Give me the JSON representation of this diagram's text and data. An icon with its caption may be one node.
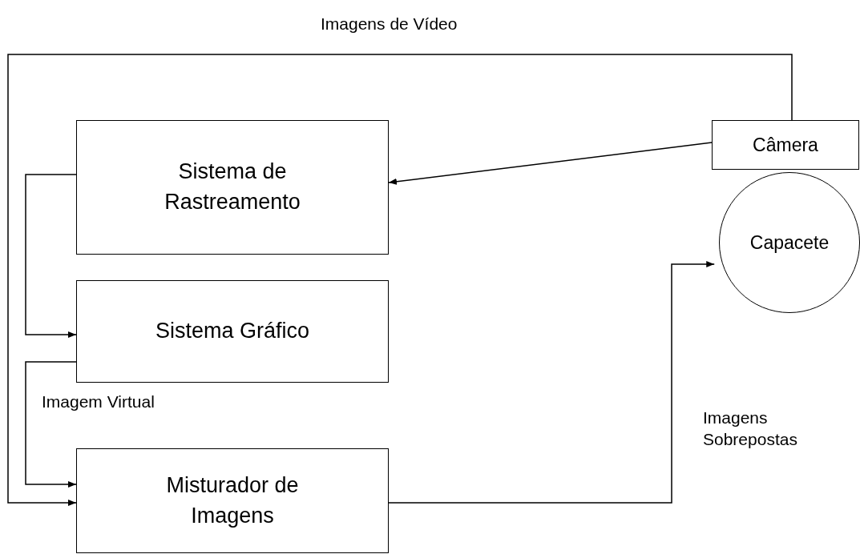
{
  "diagram": {
    "nodes": [
      {
        "text": [
          "Sistema de Rastreamento"
        ]
      },
      {
        "text": [
          "Sistema Gráfico"
        ]
      },
      {
        "text": [
          "Misturador de Imagens"
        ]
      },
      {
        "text": [
          "Câmera"
        ]
      },
      {
        "text": [
          "Capacete"
        ]
      }
    ],
    "edges": [
      {
        "from": 3,
        "to": 0,
        "arrow": "to"
      },
      {
        "from": 0,
        "to": 1,
        "arrow": "to"
      },
      {
        "from": 1,
        "to": 2,
        "arrow": "to",
        "label": "Imagem Virtual"
      },
      {
        "from": 3,
        "to": 2,
        "arrow": "to",
        "label": "Imagens de Vídeo"
      },
      {
        "from": 2,
        "to": 4,
        "arrow": "to",
        "label": "Imagens Sobrepostas"
      }
    ]
  }
}
